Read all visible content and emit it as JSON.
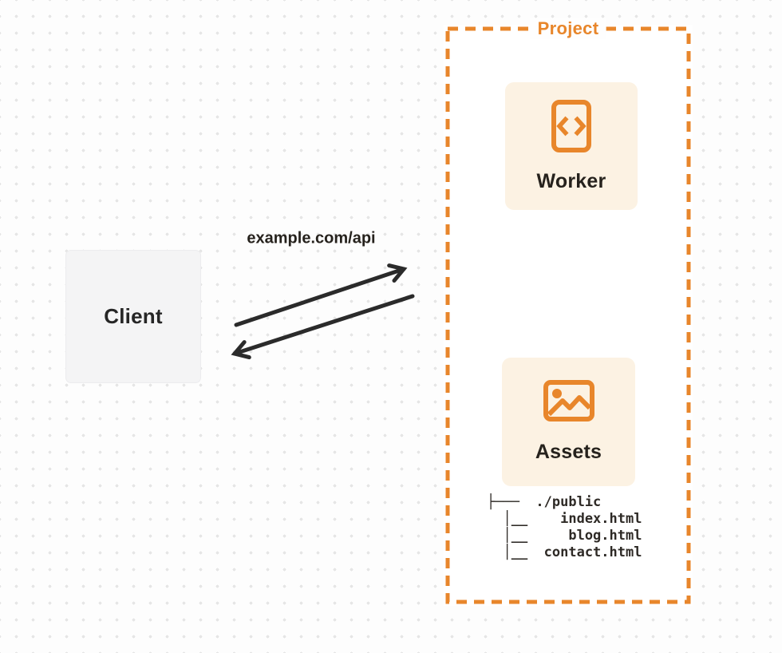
{
  "diagram": {
    "title": "Project",
    "colors": {
      "accent_orange": "#E8862B",
      "card_background": "#FCF2E3",
      "client_background": "#F4F4F5",
      "arrow_dark": "#2B2B2B",
      "page_background": "#FDFDFD",
      "dot_grid": "#E6E6E6"
    },
    "nodes": {
      "client": {
        "label": "Client"
      },
      "worker": {
        "label": "Worker",
        "icon": "code-file-icon"
      },
      "assets": {
        "label": "Assets",
        "icon": "image-icon"
      }
    },
    "request": {
      "label": "example.com/api"
    },
    "file_tree": {
      "lines": [
        "├───  ./public",
        "  │__    index.html",
        "  │__     blog.html",
        "  │__  contact.html"
      ]
    }
  }
}
